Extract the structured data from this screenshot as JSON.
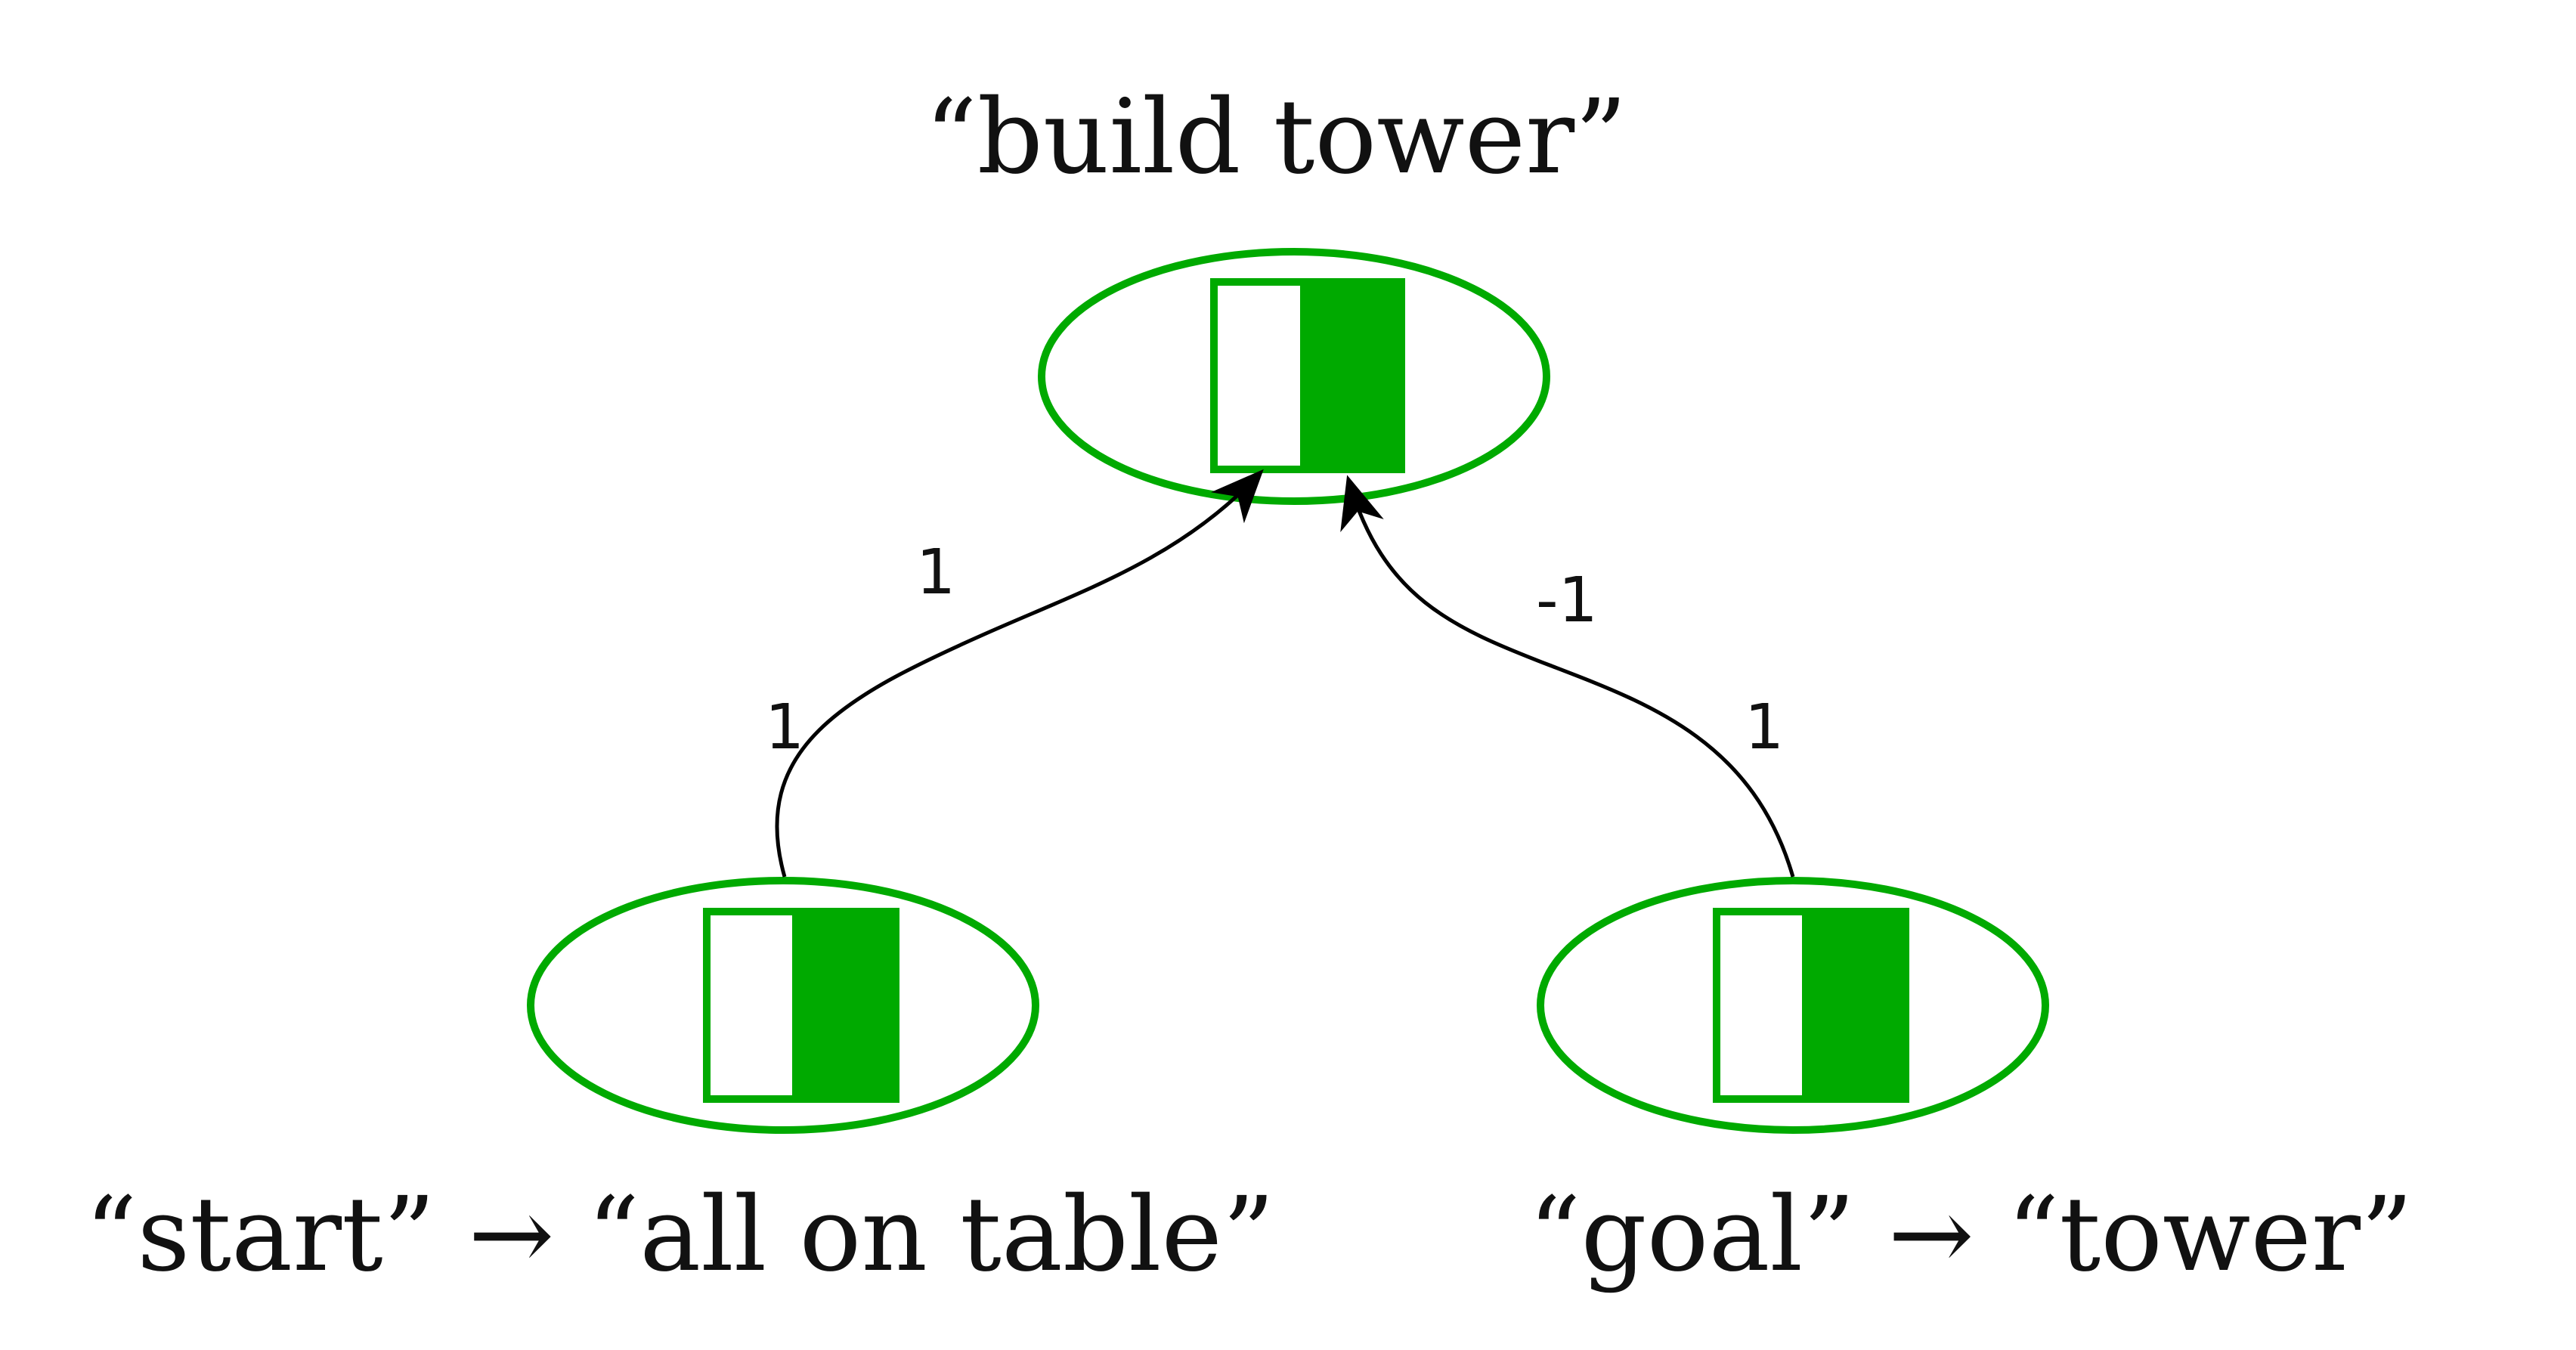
{
  "colors": {
    "node": "#00aa00",
    "edge": "#000000"
  },
  "nodes": {
    "top": {
      "caption": "“build tower”"
    },
    "left": {
      "caption": "“start” → “all on table”"
    },
    "right": {
      "caption": "“goal” → “tower”"
    }
  },
  "edges": {
    "left_to_top": {
      "source_weight": "1",
      "target_weight": "1"
    },
    "right_to_top": {
      "source_weight": "1",
      "target_weight": "-1"
    }
  }
}
